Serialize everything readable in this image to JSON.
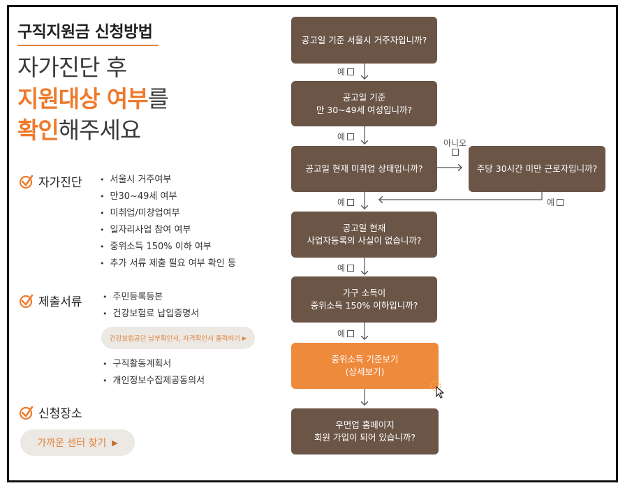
{
  "left": {
    "heading": "구직지원금 신청방법",
    "headline": {
      "line1": "자가진단 후",
      "line2_accent": "지원대상 여부",
      "line2_rest": "를",
      "line3_accent": "확인",
      "line3_rest": "해주세요"
    },
    "sections": {
      "self_check": {
        "title": "자가진단",
        "items": [
          "서울시 거주여부",
          "만30~49세 여부",
          "미취업/미창업여부",
          "일자리사업 참여 여부",
          "중위소득 150% 이하 여부",
          "추가 서류 제출 필요 여부 확인 등"
        ]
      },
      "documents": {
        "title": "제출서류",
        "items_a": [
          "주민등록등본",
          "건강보험료 납입증명서"
        ],
        "print_button": "건강보험공단 납부확인서, 자격확인서 출력하기",
        "items_b": [
          "구직활동계획서",
          "개인정보수집제공동의서"
        ]
      },
      "place": {
        "title": "신청장소",
        "button": "가까운 센터 찾기"
      }
    }
  },
  "flow": {
    "q1": "공고일 기준 서울시 거주자입니까?",
    "q2_line1": "공고일 기준",
    "q2_line2": "만 30~49세 여성입니까?",
    "q3": "공고일 현재 미취업 상태입니까?",
    "q3b": "주당 30시간 미만 근로자입니까?",
    "q4_line1": "공고일 현재",
    "q4_line2": "사업자등록의 사실이 없습니까?",
    "q5_line1": "가구 소득이",
    "q5_line2": "중위소득 150% 이하입니까?",
    "q6_line1": "중위소득 기준보기",
    "q6_line2": "(상세보기)",
    "q7_line1": "우먼업 홈페이지",
    "q7_line2": "회원 가입이 되어 있습니까?",
    "yes_label": "예",
    "no_label": "아니오"
  },
  "colors": {
    "accent": "#ee7a2c",
    "box_brown": "#6b5547",
    "box_orange": "#ee8a3c",
    "pill_bg": "#ece8e4"
  }
}
